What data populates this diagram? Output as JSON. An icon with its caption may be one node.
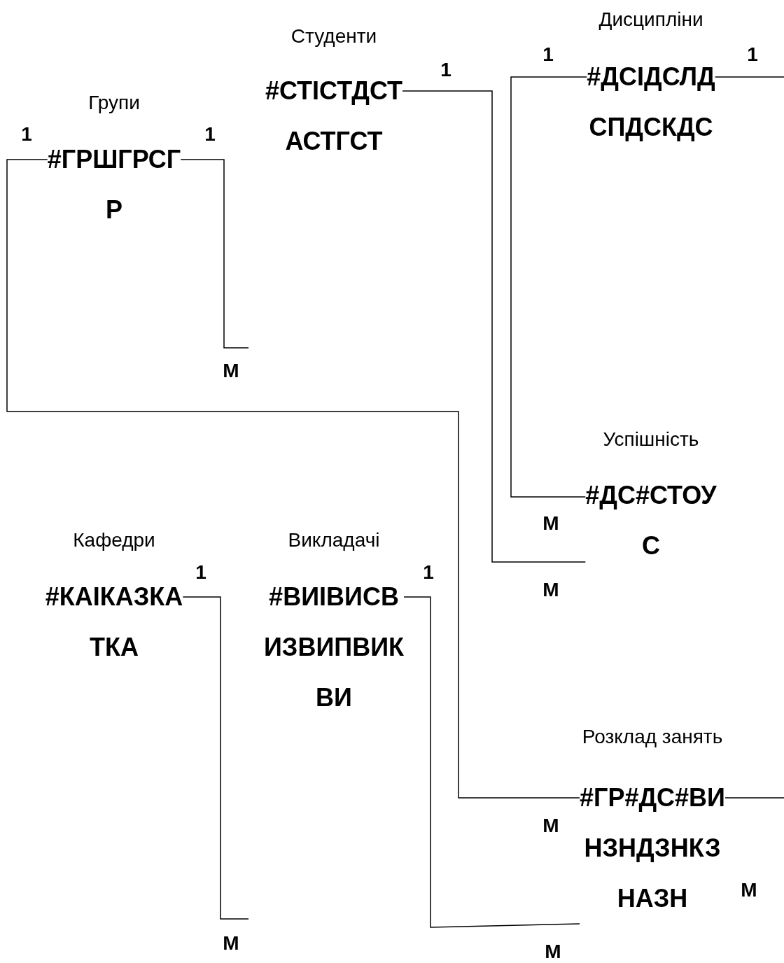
{
  "diagram": {
    "nodes": [
      {
        "text": [
          "Групи",
          "#ГРШГРСГ Р"
        ]
      },
      {
        "text": [
          "Студенти",
          "#СТІСТДСТ АСТГСТ"
        ]
      },
      {
        "text": [
          "Дисципліни",
          "#ДСІДСЛД СПДСКДС"
        ]
      },
      {
        "text": [
          "Успішність",
          "#ДС#СТОУ С"
        ]
      },
      {
        "text": [
          "Кафедри",
          "#КАІКАЗКА ТКА"
        ]
      },
      {
        "text": [
          "Викладачі",
          "#ВИІВИСВ ИЗВИПВИК ВИ"
        ]
      },
      {
        "text": [
          "Розклад занять",
          "#ГР#ДС#ВИ НЗНДЗНКЗ НАЗН"
        ]
      }
    ],
    "edges": [
      {
        "from": 0,
        "to": null,
        "arrow": "none"
      },
      {
        "from": 0,
        "to": 6,
        "arrow": "none"
      },
      {
        "from": 1,
        "to": 3,
        "arrow": "none"
      },
      {
        "from": 2,
        "to": 3,
        "arrow": "none"
      },
      {
        "from": 2,
        "to": null,
        "arrow": "none"
      },
      {
        "from": 4,
        "to": null,
        "arrow": "none"
      },
      {
        "from": 5,
        "to": 6,
        "arrow": "none"
      },
      {
        "from": 6,
        "to": null,
        "arrow": "none"
      }
    ],
    "labels": [
      "1",
      "1",
      "1",
      "1",
      "1",
      "М",
      "М",
      "1",
      "1",
      "М",
      "М",
      "М",
      "М",
      "М"
    ]
  }
}
